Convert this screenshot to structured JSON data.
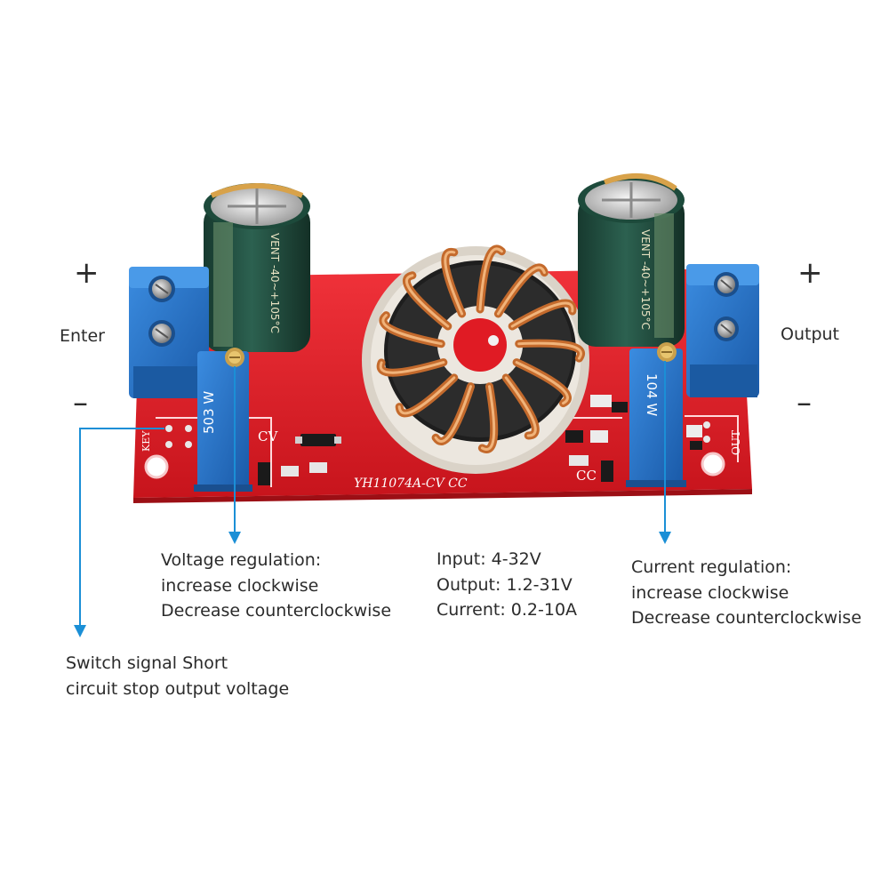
{
  "terminals": {
    "input_plus": "+",
    "input_minus": "–",
    "input_label": "Enter",
    "output_plus": "+",
    "output_minus": "–",
    "output_label": "Output"
  },
  "board_markings": {
    "model": "YH11074A-CV CC",
    "cv": "CV",
    "cc": "CC",
    "key": "KEY",
    "out": "OUT",
    "pot_left": "503 W",
    "pot_right": "104 W",
    "cap_marking": "VENT -40~+105°C"
  },
  "annotations": {
    "voltage_regulation": [
      "Voltage regulation:",
      "increase clockwise",
      "Decrease counterclockwise"
    ],
    "specs": [
      "Input: 4-32V",
      "Output: 1.2-31V",
      "Current: 0.2-10A"
    ],
    "current_regulation": [
      "Current regulation:",
      "increase clockwise",
      "Decrease counterclockwise"
    ],
    "switch_signal": [
      "Switch signal Short",
      "circuit stop output voltage"
    ]
  },
  "colors": {
    "pcb_red": "#e01b24",
    "terminal_blue": "#1f6fc4",
    "pot_blue": "#2a78c8",
    "capacitor_green": "#1f4a3c",
    "copper": "#c46a2c",
    "core_dark": "#222222",
    "leader_line": "#1b8fd6"
  }
}
